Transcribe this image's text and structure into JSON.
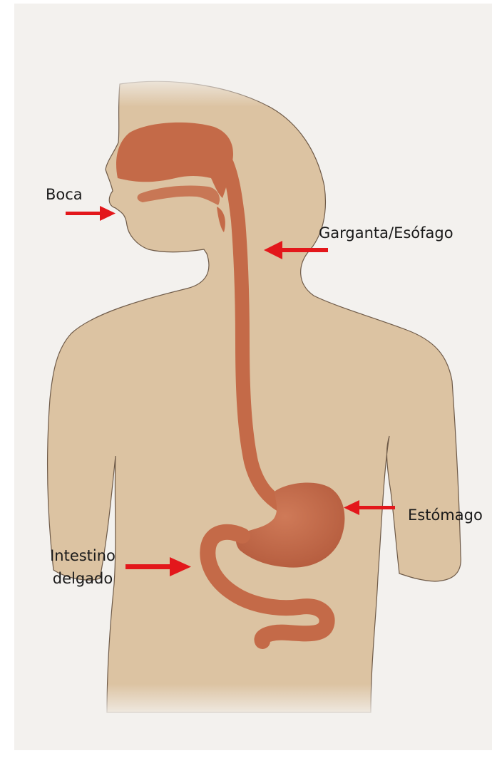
{
  "labels": {
    "mouth": "Boca",
    "throat": "Garganta/Esófago",
    "stomach": "Estómago",
    "intestine_line1": "Intestino",
    "intestine_line2": "delgado"
  },
  "colors": {
    "background": "#f3f1ee",
    "skin": "#dcc3a2",
    "skin_outline": "#6e5a48",
    "organ": "#c46a48",
    "organ_dark": "#a9553a",
    "arrow": "#e3171b"
  }
}
